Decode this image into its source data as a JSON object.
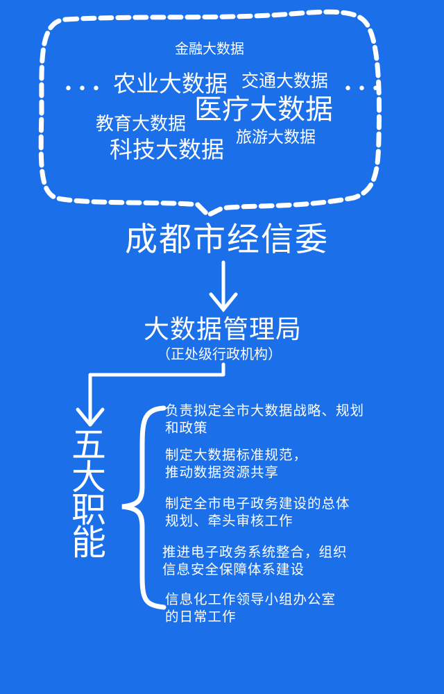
{
  "bubble": {
    "items": [
      "金融大数据",
      "农业大数据",
      "交通大数据",
      "医疗大数据",
      "教育大数据",
      "旅游大数据",
      "科技大数据"
    ],
    "ellipsis_left": "• • •",
    "ellipsis_right": "• • •"
  },
  "org": {
    "commission": "成都市经信委",
    "bureau": "大数据管理局",
    "bureau_level": "（正处级行政机构）"
  },
  "functions": {
    "title": [
      "五",
      "大",
      "职",
      "能"
    ],
    "items": [
      [
        "负责拟定全市大数据战略、规划",
        "和政策"
      ],
      [
        "制定大数据标准规范，",
        "推动数据资源共享"
      ],
      [
        "制定全市电子政务建设的总体",
        "规划、牵头审核工作"
      ],
      [
        "推进电子政务系统整合，组织",
        "信息安全保障体系建设"
      ],
      [
        "信息化工作领导小组办公室",
        "的日常工作"
      ]
    ]
  },
  "colors": {
    "background": "#1b6fe8",
    "foreground": "#ffffff"
  }
}
